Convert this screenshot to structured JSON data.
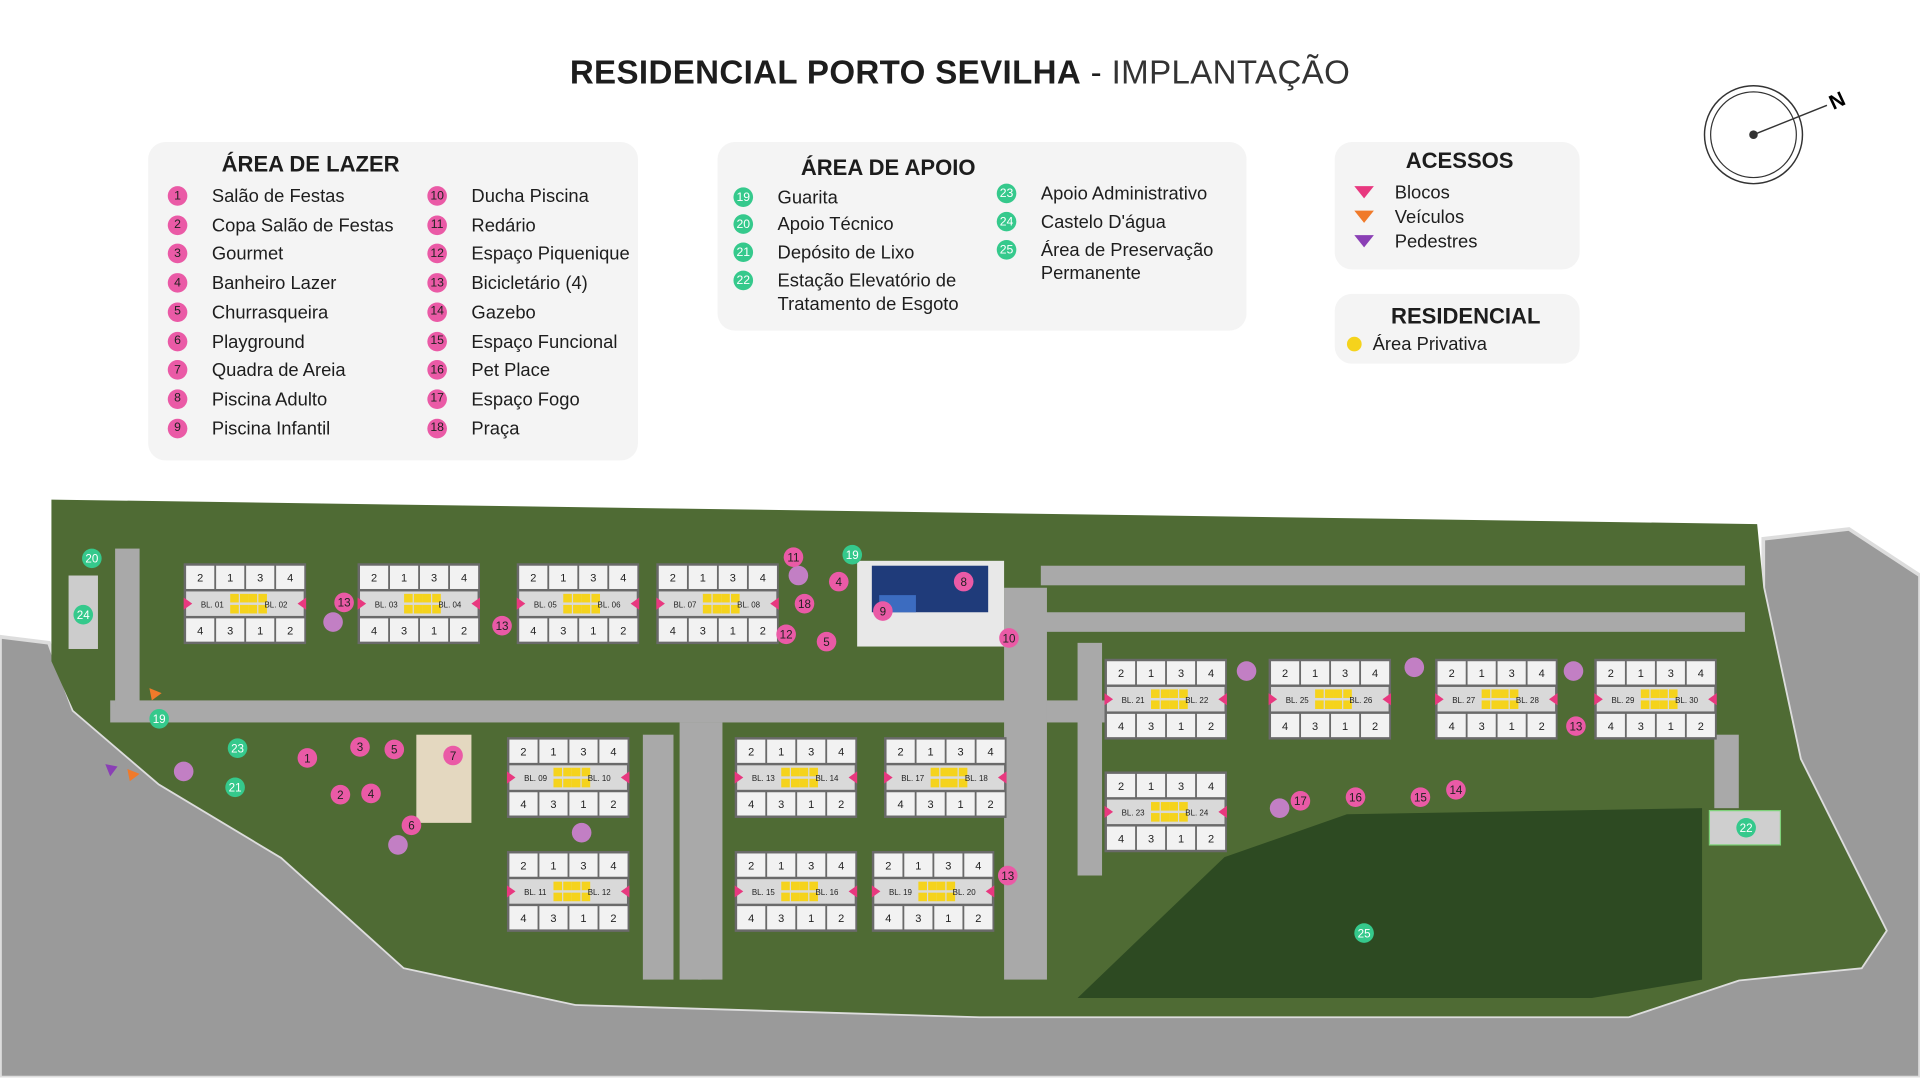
{
  "title": {
    "bold": "RESIDENCIAL PORTO SEVILHA",
    "separator": " - ",
    "light": "IMPLANTAÇÃO"
  },
  "compass": {
    "label": "N"
  },
  "lazer": {
    "heading": "ÁREA DE LAZER",
    "items": [
      {
        "n": "1",
        "label": "Salão de Festas"
      },
      {
        "n": "2",
        "label": "Copa Salão de Festas"
      },
      {
        "n": "3",
        "label": "Gourmet"
      },
      {
        "n": "4",
        "label": "Banheiro Lazer"
      },
      {
        "n": "5",
        "label": "Churrasqueira"
      },
      {
        "n": "6",
        "label": "Playground"
      },
      {
        "n": "7",
        "label": "Quadra de Areia"
      },
      {
        "n": "8",
        "label": "Piscina Adulto"
      },
      {
        "n": "9",
        "label": "Piscina Infantil"
      },
      {
        "n": "10",
        "label": "Ducha Piscina"
      },
      {
        "n": "11",
        "label": "Redário"
      },
      {
        "n": "12",
        "label": "Espaço Piquenique"
      },
      {
        "n": "13",
        "label": "Bicicletário (4)"
      },
      {
        "n": "14",
        "label": "Gazebo"
      },
      {
        "n": "15",
        "label": "Espaço Funcional"
      },
      {
        "n": "16",
        "label": "Pet Place"
      },
      {
        "n": "17",
        "label": "Espaço Fogo"
      },
      {
        "n": "18",
        "label": "Praça"
      }
    ]
  },
  "apoio": {
    "heading": "ÁREA DE APOIO",
    "items": [
      {
        "n": "19",
        "label": "Guarita"
      },
      {
        "n": "20",
        "label": "Apoio Técnico"
      },
      {
        "n": "21",
        "label": "Depósito de Lixo"
      },
      {
        "n": "22",
        "label": "Estação Elevatório de Tratamento de Esgoto"
      },
      {
        "n": "23",
        "label": "Apoio Administrativo"
      },
      {
        "n": "24",
        "label": "Castelo D'água"
      },
      {
        "n": "25",
        "label": "Área de Preservação Permanente"
      }
    ]
  },
  "acessos": {
    "heading": "ACESSOS",
    "items": [
      {
        "label": "Blocos",
        "color": "#e8387f"
      },
      {
        "label": "Veículos",
        "color": "#f07a2a"
      },
      {
        "label": "Pedestres",
        "color": "#8a3fb5"
      }
    ]
  },
  "residencial": {
    "heading": "RESIDENCIAL",
    "item": "Área Privativa",
    "color": "#f5d31c"
  },
  "colors": {
    "leisure_marker": "#ea5aa6",
    "support_marker": "#35c98c",
    "grass": "#4f6b34",
    "road": "#a9a9a9",
    "lake": "#2d4a22"
  },
  "map": {
    "unit_top": [
      "2",
      "1",
      "3",
      "4"
    ],
    "unit_bottom": [
      "4",
      "3",
      "1",
      "2"
    ],
    "blocks": [
      [
        "BL. 01",
        "BL. 02"
      ],
      [
        "BL. 03",
        "BL. 04"
      ],
      [
        "BL. 05",
        "BL. 06"
      ],
      [
        "BL. 07",
        "BL. 08"
      ],
      [
        "BL. 09",
        "BL. 10"
      ],
      [
        "BL. 13",
        "BL. 14"
      ],
      [
        "BL. 17",
        "BL. 18"
      ],
      [
        "BL. 11",
        "BL. 12"
      ],
      [
        "BL. 15",
        "BL. 16"
      ],
      [
        "BL. 19",
        "BL. 20"
      ],
      [
        "BL. 21",
        "BL. 22"
      ],
      [
        "BL. 25",
        "BL. 26"
      ],
      [
        "BL. 27",
        "BL. 28"
      ],
      [
        "BL. 29",
        "BL. 30"
      ],
      [
        "BL. 23",
        "BL. 24"
      ]
    ],
    "markers": [
      {
        "n": "13",
        "type": "leisure"
      },
      {
        "n": "13",
        "type": "leisure"
      },
      {
        "n": "11",
        "type": "leisure"
      },
      {
        "n": "4",
        "type": "leisure"
      },
      {
        "n": "18",
        "type": "leisure"
      },
      {
        "n": "12",
        "type": "leisure"
      },
      {
        "n": "5",
        "type": "leisure"
      },
      {
        "n": "8",
        "type": "leisure"
      },
      {
        "n": "9",
        "type": "leisure"
      },
      {
        "n": "10",
        "type": "leisure"
      },
      {
        "n": "1",
        "type": "leisure"
      },
      {
        "n": "3",
        "type": "leisure"
      },
      {
        "n": "5",
        "type": "leisure"
      },
      {
        "n": "7",
        "type": "leisure"
      },
      {
        "n": "2",
        "type": "leisure"
      },
      {
        "n": "4",
        "type": "leisure"
      },
      {
        "n": "6",
        "type": "leisure"
      },
      {
        "n": "13",
        "type": "leisure"
      },
      {
        "n": "13",
        "type": "leisure"
      },
      {
        "n": "17",
        "type": "leisure"
      },
      {
        "n": "16",
        "type": "leisure"
      },
      {
        "n": "15",
        "type": "leisure"
      },
      {
        "n": "14",
        "type": "leisure"
      },
      {
        "n": "20",
        "type": "support"
      },
      {
        "n": "24",
        "type": "support"
      },
      {
        "n": "19",
        "type": "support"
      },
      {
        "n": "23",
        "type": "support"
      },
      {
        "n": "21",
        "type": "support"
      },
      {
        "n": "19",
        "type": "support"
      },
      {
        "n": "22",
        "type": "support"
      },
      {
        "n": "25",
        "type": "support"
      }
    ]
  }
}
